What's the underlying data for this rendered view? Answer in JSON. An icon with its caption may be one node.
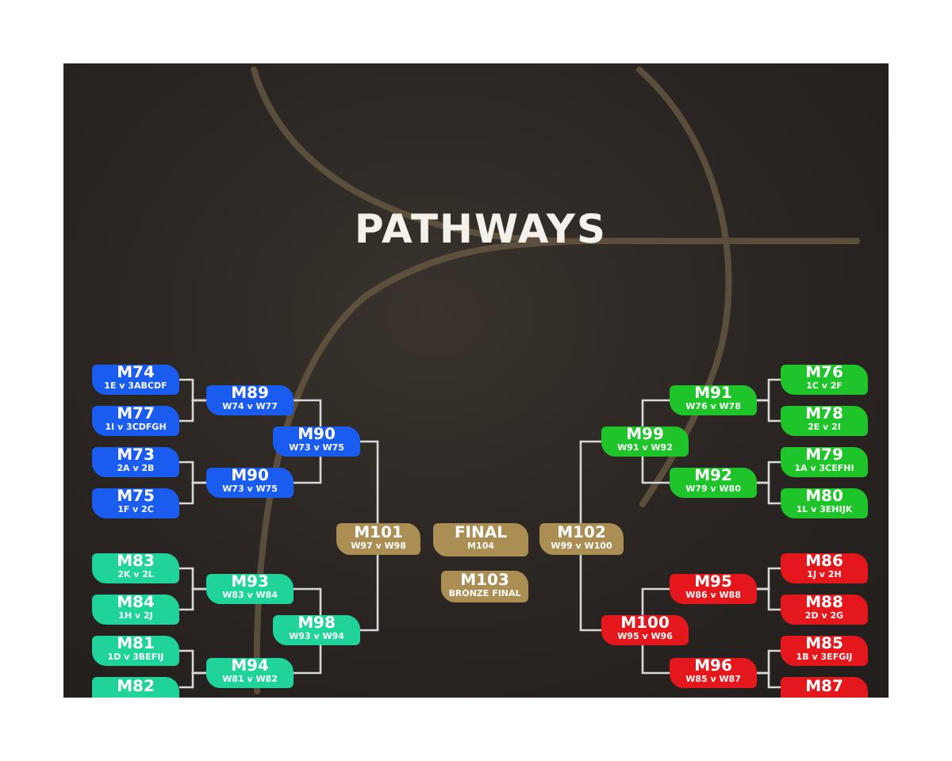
{
  "diagram": {
    "title": "PATHWAYS",
    "nodes": [
      {
        "text": [
          "M74",
          "1E v 3ABCDF"
        ]
      },
      {
        "text": [
          "M77",
          "1I v 3CDFGH"
        ]
      },
      {
        "text": [
          "M73",
          "2A v 2B"
        ]
      },
      {
        "text": [
          "M75",
          "1F v 2C"
        ]
      },
      {
        "text": [
          "M83",
          "2K v 2L"
        ]
      },
      {
        "text": [
          "M84",
          "1H v 2J"
        ]
      },
      {
        "text": [
          "M81",
          "1D v 3BEFIJ"
        ]
      },
      {
        "text": [
          "M82"
        ]
      },
      {
        "text": [
          "M89",
          "W74 v W77"
        ]
      },
      {
        "text": [
          "M90",
          "W73 v W75"
        ]
      },
      {
        "text": [
          "M93",
          "W83 v W84"
        ]
      },
      {
        "text": [
          "M94",
          "W81 v W82"
        ]
      },
      {
        "text": [
          "M90",
          "W73 v W75"
        ]
      },
      {
        "text": [
          "M98",
          "W93 v W94"
        ]
      },
      {
        "text": [
          "M101",
          "W97 v W98"
        ]
      },
      {
        "text": [
          "FINAL",
          "M104"
        ]
      },
      {
        "text": [
          "M102",
          "W99 v W100"
        ]
      },
      {
        "text": [
          "M103",
          "BRONZE FINAL"
        ]
      },
      {
        "text": [
          "M99",
          "W91 v W92"
        ]
      },
      {
        "text": [
          "M100",
          "W95 v W96"
        ]
      },
      {
        "text": [
          "M91",
          "W76 v W78"
        ]
      },
      {
        "text": [
          "M92",
          "W79 v W80"
        ]
      },
      {
        "text": [
          "M95",
          "W86 v W88"
        ]
      },
      {
        "text": [
          "M96",
          "W85 v W87"
        ]
      },
      {
        "text": [
          "M76",
          "1C v 2F"
        ]
      },
      {
        "text": [
          "M78",
          "2E v 2I"
        ]
      },
      {
        "text": [
          "M79",
          "1A v 3CEFHI"
        ]
      },
      {
        "text": [
          "M80",
          "1L v 3EHIJK"
        ]
      },
      {
        "text": [
          "M86",
          "1J v 2H"
        ]
      },
      {
        "text": [
          "M88",
          "2D v 2G"
        ]
      },
      {
        "text": [
          "M85",
          "1B v 3EFGIJ"
        ]
      },
      {
        "text": [
          "M87"
        ]
      }
    ],
    "edges": [
      {
        "from": 0,
        "to": 8,
        "arrow": "none"
      },
      {
        "from": 1,
        "to": 8,
        "arrow": "none"
      },
      {
        "from": 2,
        "to": 9,
        "arrow": "none"
      },
      {
        "from": 3,
        "to": 9,
        "arrow": "none"
      },
      {
        "from": 4,
        "to": 10,
        "arrow": "none"
      },
      {
        "from": 5,
        "to": 10,
        "arrow": "none"
      },
      {
        "from": 6,
        "to": 11,
        "arrow": "none"
      },
      {
        "from": 7,
        "to": 11,
        "arrow": "none"
      },
      {
        "from": 8,
        "to": 12,
        "arrow": "none"
      },
      {
        "from": 9,
        "to": 12,
        "arrow": "none"
      },
      {
        "from": 10,
        "to": 13,
        "arrow": "none"
      },
      {
        "from": 11,
        "to": 13,
        "arrow": "none"
      },
      {
        "from": 12,
        "to": 14,
        "arrow": "none"
      },
      {
        "from": 13,
        "to": 14,
        "arrow": "none"
      },
      {
        "from": 24,
        "to": 20,
        "arrow": "none"
      },
      {
        "from": 25,
        "to": 20,
        "arrow": "none"
      },
      {
        "from": 26,
        "to": 21,
        "arrow": "none"
      },
      {
        "from": 27,
        "to": 21,
        "arrow": "none"
      },
      {
        "from": 28,
        "to": 22,
        "arrow": "none"
      },
      {
        "from": 29,
        "to": 22,
        "arrow": "none"
      },
      {
        "from": 30,
        "to": 23,
        "arrow": "none"
      },
      {
        "from": 31,
        "to": 23,
        "arrow": "none"
      },
      {
        "from": 20,
        "to": 18,
        "arrow": "none"
      },
      {
        "from": 21,
        "to": 18,
        "arrow": "none"
      },
      {
        "from": 22,
        "to": 19,
        "arrow": "none"
      },
      {
        "from": 23,
        "to": 19,
        "arrow": "none"
      },
      {
        "from": 18,
        "to": 16,
        "arrow": "none"
      },
      {
        "from": 19,
        "to": 16,
        "arrow": "none"
      }
    ]
  }
}
